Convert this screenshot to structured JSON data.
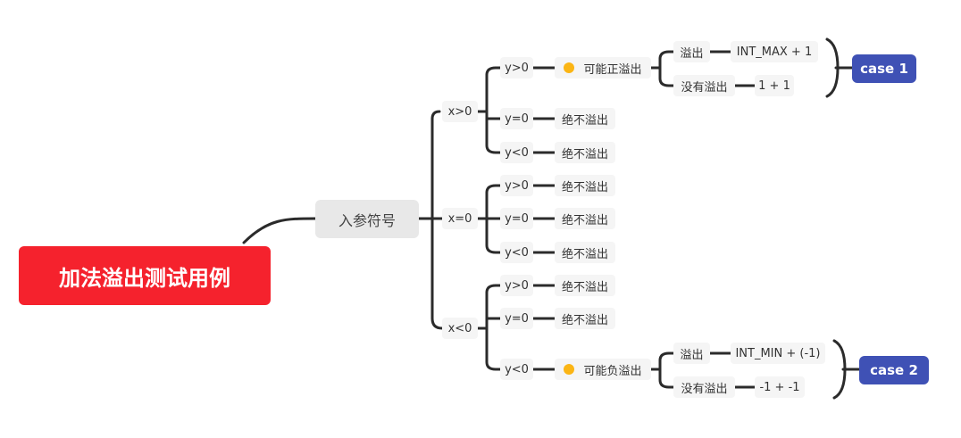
{
  "root": "加法溢出测试用例",
  "param": "入参符号",
  "x_pos": {
    "label": "x>0",
    "y_pos": {
      "label": "y>0",
      "result": "可能正溢出",
      "overflow": {
        "label": "溢出",
        "example": "INT_MAX + 1"
      },
      "no_overflow": {
        "label": "没有溢出",
        "example": "1 + 1"
      },
      "case": "case 1"
    },
    "y_zero": {
      "label": "y=0",
      "result": "绝不溢出"
    },
    "y_neg": {
      "label": "y<0",
      "result": "绝不溢出"
    }
  },
  "x_zero": {
    "label": "x=0",
    "y_pos": {
      "label": "y>0",
      "result": "绝不溢出"
    },
    "y_zero": {
      "label": "y=0",
      "result": "绝不溢出"
    },
    "y_neg": {
      "label": "y<0",
      "result": "绝不溢出"
    }
  },
  "x_neg": {
    "label": "x<0",
    "y_pos": {
      "label": "y>0",
      "result": "绝不溢出"
    },
    "y_zero": {
      "label": "y=0",
      "result": "绝不溢出"
    },
    "y_neg": {
      "label": "y<0",
      "result": "可能负溢出",
      "overflow": {
        "label": "溢出",
        "example": "INT_MIN + (-1)"
      },
      "no_overflow": {
        "label": "没有溢出",
        "example": "-1 + -1"
      },
      "case": "case 2"
    }
  },
  "colors": {
    "root": "#f5222d",
    "case": "#3f51b5",
    "dot": "#fbb514",
    "line": "#2b2b2b"
  }
}
